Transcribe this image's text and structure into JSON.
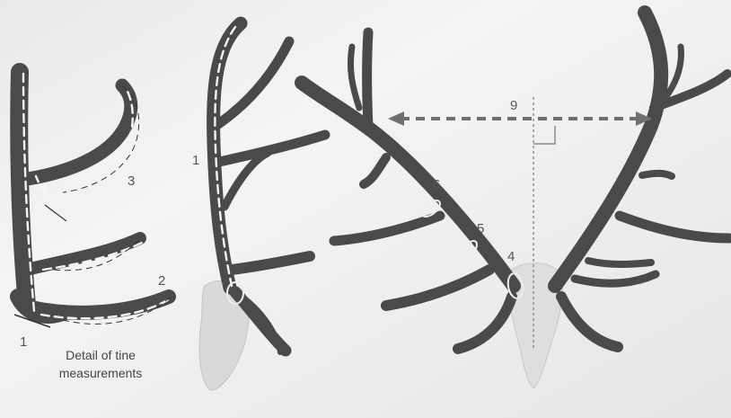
{
  "labels": {
    "detail_base": "1",
    "detail_tine2": "2",
    "detail_tine3": "3",
    "mid_beam": "1",
    "right_ring4": "4",
    "right_ring5": "5",
    "right_ring6": "6",
    "right_spread": "9"
  },
  "caption": {
    "line1": "Detail of tine",
    "line2": "measurements"
  },
  "colors": {
    "antler": "#4a4a4a",
    "dash": "#f4f4f4",
    "spread_arrow": "#6f6f6f",
    "background": "#f1f1f1"
  }
}
